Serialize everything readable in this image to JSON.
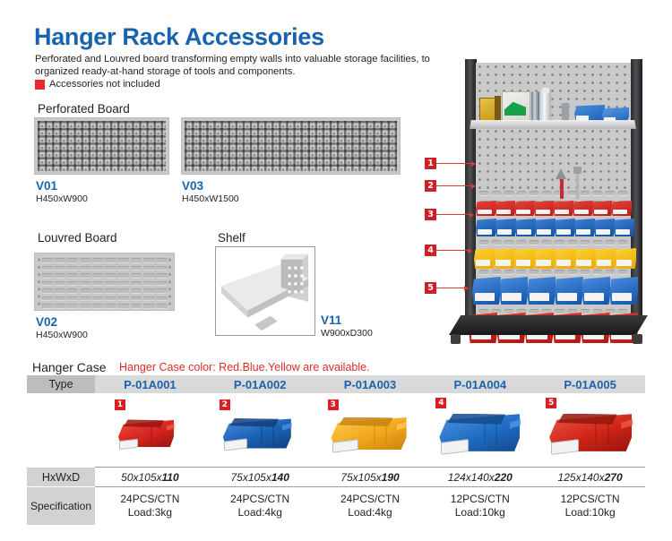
{
  "header": {
    "title": "Hanger Rack Accessories",
    "intro_line1": "Perforated and Louvred board transforming empty walls into valuable storage facilities,",
    "intro_line2": "to organized ready-at-hand storage of tools and components.",
    "not_included": "Accessories not included",
    "swatch_color": "#e8282b",
    "title_color": "#1763ad"
  },
  "sections": {
    "perforated_board": "Perforated Board",
    "louvred_board": "Louvred Board",
    "shelf": "Shelf"
  },
  "boards": [
    {
      "code": "V01",
      "dims": "H450xW900",
      "type": "perforated"
    },
    {
      "code": "V03",
      "dims": "H450xW1500",
      "type": "perforated"
    },
    {
      "code": "V02",
      "dims": "H450xW900",
      "type": "louvred"
    },
    {
      "code": "V11",
      "dims": "W900xD300",
      "type": "shelf"
    }
  ],
  "hanger_case": {
    "title": "Hanger Case",
    "note": "Hanger Case color: Red.Blue.Yellow are available.",
    "note_color": "#e02b2b"
  },
  "table": {
    "row_labels": {
      "type": "Type",
      "hxwxd": "HxWxD",
      "specification": "Specification"
    },
    "columns": [
      {
        "badge": "1",
        "code": "P-01A001",
        "dim_prefix": "50x105x",
        "dim_bold": "110",
        "pcs": "24PCS/CTN",
        "load": "Load:3kg",
        "color": "#d3241f",
        "color_dark": "#9c1410",
        "color_light": "#ef5b4a"
      },
      {
        "badge": "2",
        "code": "P-01A002",
        "dim_prefix": "75x105x",
        "dim_bold": "140",
        "pcs": "24PCS/CTN",
        "load": "Load:4kg",
        "color": "#1961b5",
        "color_dark": "#10407e",
        "color_light": "#4d8ddb"
      },
      {
        "badge": "3",
        "code": "P-01A003",
        "dim_prefix": "75x105x",
        "dim_bold": "190",
        "pcs": "24PCS/CTN",
        "load": "Load:4kg",
        "color": "#f0a81c",
        "color_dark": "#c9820a",
        "color_light": "#ffcb52"
      },
      {
        "badge": "4",
        "code": "P-01A004",
        "dim_prefix": "124x140x",
        "dim_bold": "220",
        "pcs": "12PCS/CTN",
        "load": "Load:10kg",
        "color": "#1f6cc4",
        "color_dark": "#134a8c",
        "color_light": "#5295e2"
      },
      {
        "badge": "5",
        "code": "P-01A005",
        "dim_prefix": "125x140x",
        "dim_bold": "270",
        "pcs": "12PCS/CTN",
        "load": "Load:10kg",
        "color": "#cf2418",
        "color_dark": "#97150c",
        "color_light": "#ea5a46"
      }
    ]
  },
  "rack_callouts": [
    {
      "number": "1",
      "bin_color": "#cf2027"
    },
    {
      "number": "2",
      "bin_color": "#1d62b8"
    },
    {
      "number": "3",
      "bin_color": "#f2c00d"
    },
    {
      "number": "4",
      "bin_color": "#1a63c2"
    },
    {
      "number": "5",
      "bin_color": "#cc1f18"
    }
  ]
}
